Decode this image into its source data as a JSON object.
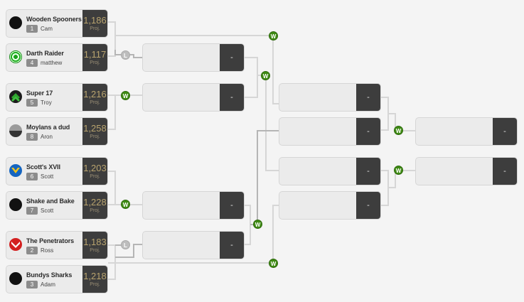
{
  "teams": [
    {
      "name": "Wooden Spooners",
      "seed": "1",
      "owner": "Cam",
      "proj": "1,186",
      "proj_label": "Proj."
    },
    {
      "name": "Darth Raider",
      "seed": "4",
      "owner": "matthew",
      "proj": "1,117",
      "proj_label": "Proj."
    },
    {
      "name": "Super 17",
      "seed": "5",
      "owner": "Troy",
      "proj": "1,216",
      "proj_label": "Proj."
    },
    {
      "name": "Moylans a dud",
      "seed": "8",
      "owner": "Aron",
      "proj": "1,258",
      "proj_label": "Proj."
    },
    {
      "name": "Scott's XVII",
      "seed": "6",
      "owner": "Scott",
      "proj": "1,203",
      "proj_label": "Proj."
    },
    {
      "name": "Shake and Bake",
      "seed": "7",
      "owner": "Scott",
      "proj": "1,228",
      "proj_label": "Proj."
    },
    {
      "name": "The Penetrators",
      "seed": "2",
      "owner": "Ross",
      "proj": "1,183",
      "proj_label": "Proj."
    },
    {
      "name": "Bundys Sharks",
      "seed": "3",
      "owner": "Adam",
      "proj": "1,218",
      "proj_label": "Proj."
    }
  ],
  "empty_slot_score": "-",
  "badges": {
    "win": "W",
    "loss": "L"
  },
  "colors": {
    "win_badge": "#3e8a13",
    "loss_badge": "#bdbdbd",
    "score_bg": "#3d3d3d",
    "proj_text": "#b8a36e"
  },
  "logos": [
    "black-circle-logo",
    "green-ring-logo",
    "green-chevron-logo",
    "grey-half-circle-logo",
    "blue-yellow-chevron-logo",
    "black-circle-logo",
    "red-white-chevron-logo",
    "black-circle-logo"
  ]
}
